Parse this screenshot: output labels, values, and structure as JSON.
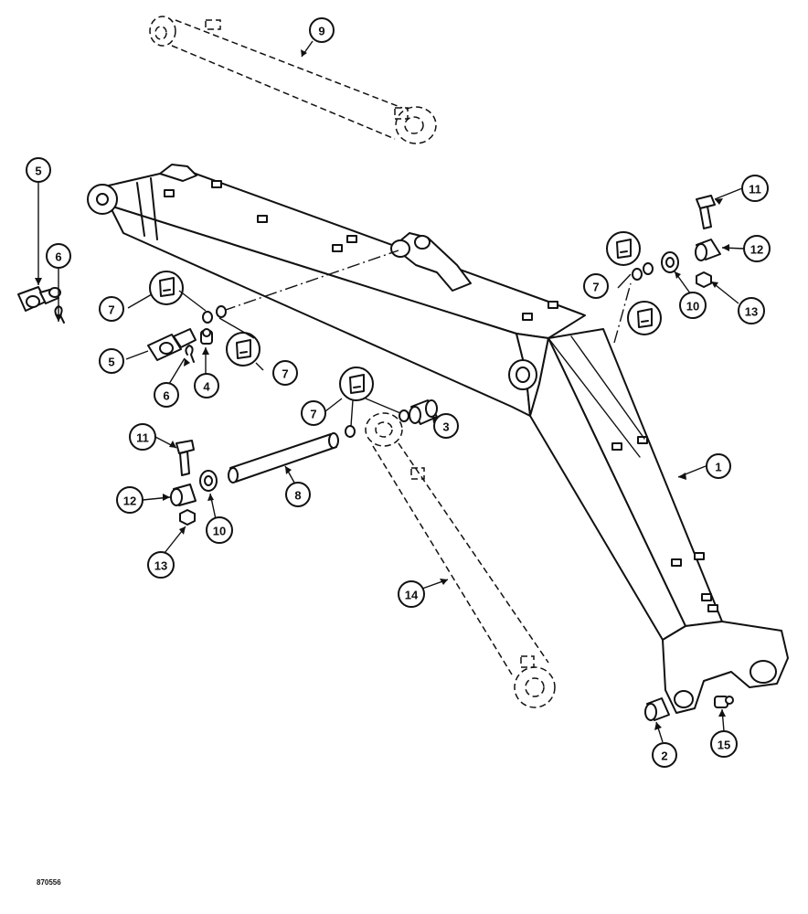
{
  "figure": {
    "catalog_number": "870556"
  },
  "callouts": [
    {
      "id": "c9",
      "label": "9"
    },
    {
      "id": "c5a",
      "label": "5"
    },
    {
      "id": "c6a",
      "label": "6"
    },
    {
      "id": "c11a",
      "label": "11"
    },
    {
      "id": "c12a",
      "label": "12"
    },
    {
      "id": "c13a",
      "label": "13"
    },
    {
      "id": "c7a",
      "label": "7"
    },
    {
      "id": "c10a",
      "label": "10"
    },
    {
      "id": "c7b",
      "label": "7"
    },
    {
      "id": "c5b",
      "label": "5"
    },
    {
      "id": "c6b",
      "label": "6"
    },
    {
      "id": "c4",
      "label": "4"
    },
    {
      "id": "c7c",
      "label": "7"
    },
    {
      "id": "c7d",
      "label": "7"
    },
    {
      "id": "c3",
      "label": "3"
    },
    {
      "id": "c1",
      "label": "1"
    },
    {
      "id": "c11b",
      "label": "11"
    },
    {
      "id": "c12b",
      "label": "12"
    },
    {
      "id": "c10b",
      "label": "10"
    },
    {
      "id": "c8",
      "label": "8"
    },
    {
      "id": "c13b",
      "label": "13"
    },
    {
      "id": "c14",
      "label": "14"
    },
    {
      "id": "c2",
      "label": "2"
    },
    {
      "id": "c15",
      "label": "15"
    }
  ]
}
